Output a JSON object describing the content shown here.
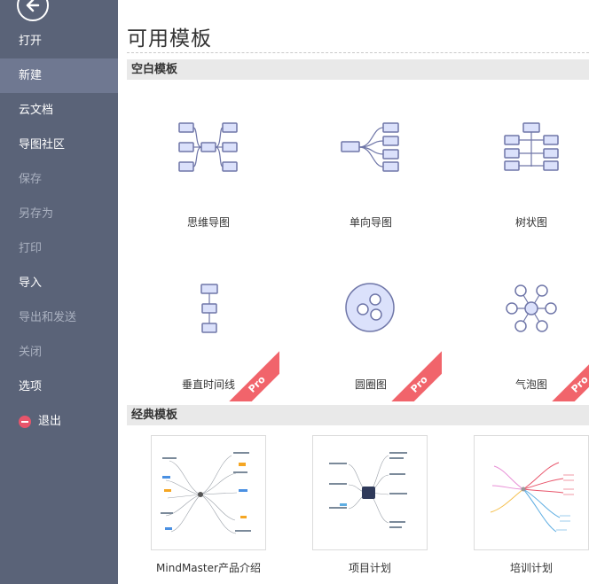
{
  "sidebar": {
    "back_icon": "arrow-left-circle-icon",
    "items": [
      {
        "label": "打开",
        "state": "normal"
      },
      {
        "label": "新建",
        "state": "active"
      },
      {
        "label": "云文档",
        "state": "normal"
      },
      {
        "label": "导图社区",
        "state": "normal"
      },
      {
        "label": "保存",
        "state": "disabled"
      },
      {
        "label": "另存为",
        "state": "disabled"
      },
      {
        "label": "打印",
        "state": "disabled"
      },
      {
        "label": "导入",
        "state": "normal"
      },
      {
        "label": "导出和发送",
        "state": "disabled"
      },
      {
        "label": "关闭",
        "state": "disabled"
      },
      {
        "label": "选项",
        "state": "normal"
      },
      {
        "label": "退出",
        "state": "normal",
        "icon": "exit-icon"
      }
    ]
  },
  "main": {
    "title": "可用模板",
    "blank_section": {
      "title": "空白模板",
      "templates": [
        {
          "label": "思维导图",
          "icon": "mind-map-icon",
          "pro": false
        },
        {
          "label": "单向导图",
          "icon": "right-map-icon",
          "pro": false
        },
        {
          "label": "树状图",
          "icon": "tree-map-icon",
          "pro": false
        },
        {
          "label": "垂直时间线",
          "icon": "vertical-timeline-icon",
          "pro": true
        },
        {
          "label": "圆圈图",
          "icon": "circle-map-icon",
          "pro": true
        },
        {
          "label": "气泡图",
          "icon": "bubble-map-icon",
          "pro": true
        }
      ],
      "pro_badge": "Pro"
    },
    "classic_section": {
      "title": "经典模板",
      "templates": [
        {
          "label": "MindMaster产品介绍"
        },
        {
          "label": "项目计划"
        },
        {
          "label": "培训计划"
        }
      ]
    }
  },
  "colors": {
    "sidebar_bg": "#5a6378",
    "sidebar_active": "#6f7891",
    "node_fill": "#dbe1fb",
    "node_stroke": "#6f76a8",
    "pro_badge": "#f1646b"
  }
}
